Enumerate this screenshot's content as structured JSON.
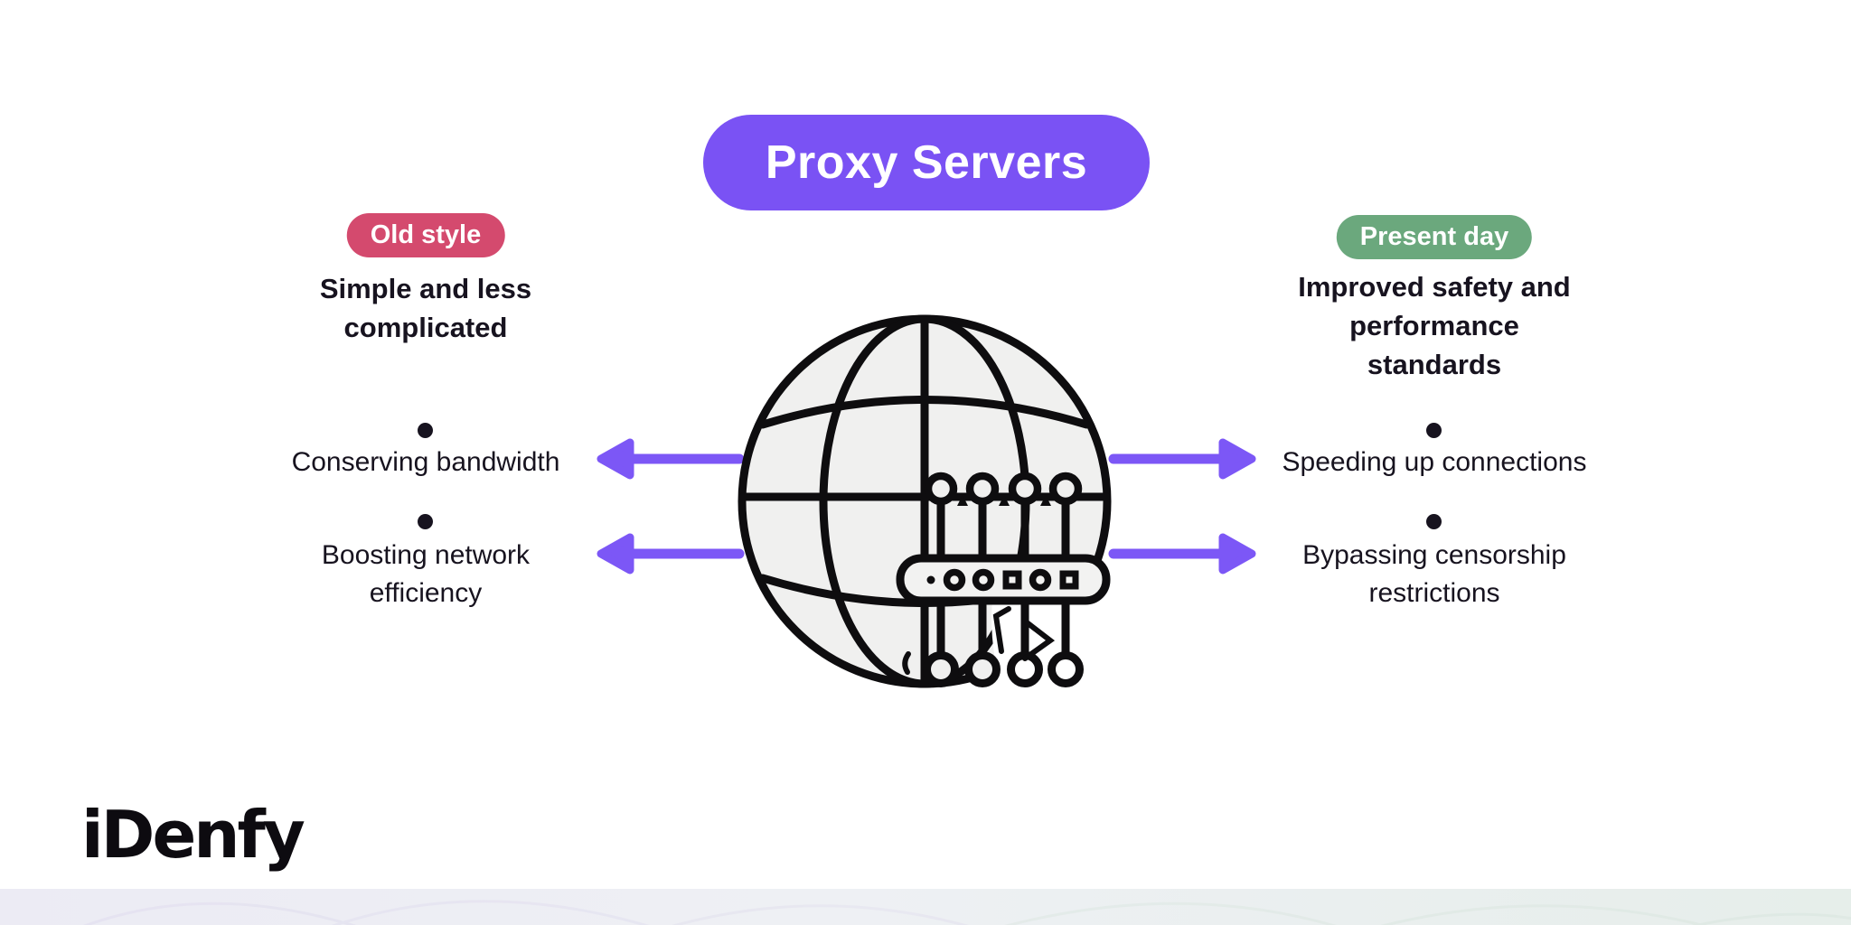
{
  "title": {
    "label": "Proxy Servers"
  },
  "left_column": {
    "badge": "Old style",
    "heading": "Simple and less\ncomplicated",
    "items": [
      "Conserving bandwidth",
      "Boosting network\nefficiency"
    ]
  },
  "right_column": {
    "badge": "Present day",
    "heading": "Improved safety and\nperformance\nstandards",
    "items": [
      "Speeding up connections",
      "Bypassing censorship\nrestrictions"
    ]
  },
  "center": {
    "illustration": "globe-with-proxy-server-device"
  },
  "footer": {
    "logo": "iDenfy"
  },
  "colors": {
    "accent_purple": "#7a52f4",
    "arrow_purple": "#7c57f6",
    "badge_pink": "#d44a6e",
    "badge_green": "#6ba87d",
    "text": "#17131f",
    "globe_fill": "#f0f0ef",
    "strip_left": "#ecebf4",
    "strip_right": "#e6eeea"
  }
}
